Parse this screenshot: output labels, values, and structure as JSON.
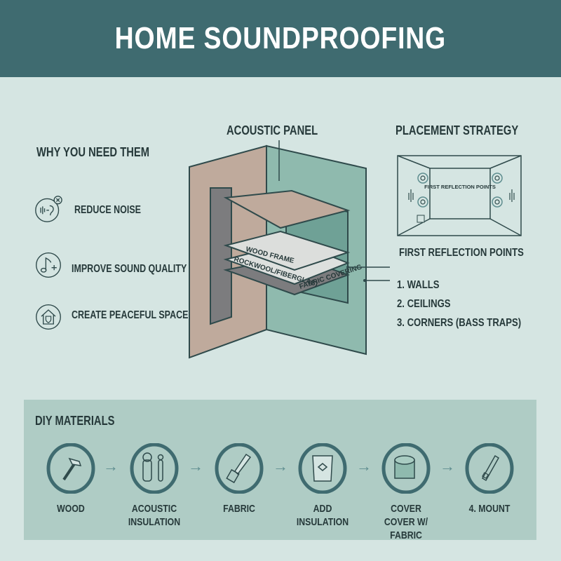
{
  "header": {
    "title": "HOME SOUNDPROOFING"
  },
  "benefits": {
    "title": "WHY YOU NEED THEM",
    "items": [
      {
        "label": "REDUCE NOISE",
        "icon": "ear-noise-cancel-icon"
      },
      {
        "label": "IMPROVE SOUND QUALITY",
        "icon": "music-note-plus-icon"
      },
      {
        "label": "CREATE PEACEFUL SPACE",
        "icon": "house-shield-icon"
      }
    ]
  },
  "panel": {
    "title": "ACOUSTIC PANEL",
    "layers": [
      "WOOD FRAME",
      "ROCKWOOL/FIBERGLAS)",
      "FABRIC COVERING"
    ]
  },
  "placement": {
    "title": "PLACEMENT STRATEGY",
    "diagram_label": "FIRST REFLECTION POINTS",
    "subtitle": "FIRST REFLECTION POINTS",
    "list": [
      "1. WALLS",
      "2. CEILINGS",
      "3. CORNERS (BASS TRAPS)"
    ]
  },
  "materials": {
    "title": "DIY MATERIALS",
    "steps": [
      {
        "label1": "WOOD",
        "label2": "",
        "icon": "hammer-icon"
      },
      {
        "label1": "ACOUSTIC",
        "label2": "INSULATION",
        "icon": "insulation-roll-icon"
      },
      {
        "label1": "FABRIC",
        "label2": "",
        "icon": "saw-icon"
      },
      {
        "label1": "ADD",
        "label2": "INSULATION",
        "icon": "insulation-bag-icon"
      },
      {
        "label1": "COVER",
        "label2": "COVER W/ FABRIC",
        "icon": "fabric-roll-icon"
      },
      {
        "label1": "4. MOUNT",
        "label2": "",
        "icon": "mount-bracket-icon"
      }
    ]
  },
  "colors": {
    "header": "#3f6b70",
    "background": "#d5e5e2",
    "panel_bg": "#afccc5",
    "accent": "#3f6b70",
    "wall": "#bfaa9c",
    "panel_green": "#8fbaae"
  }
}
